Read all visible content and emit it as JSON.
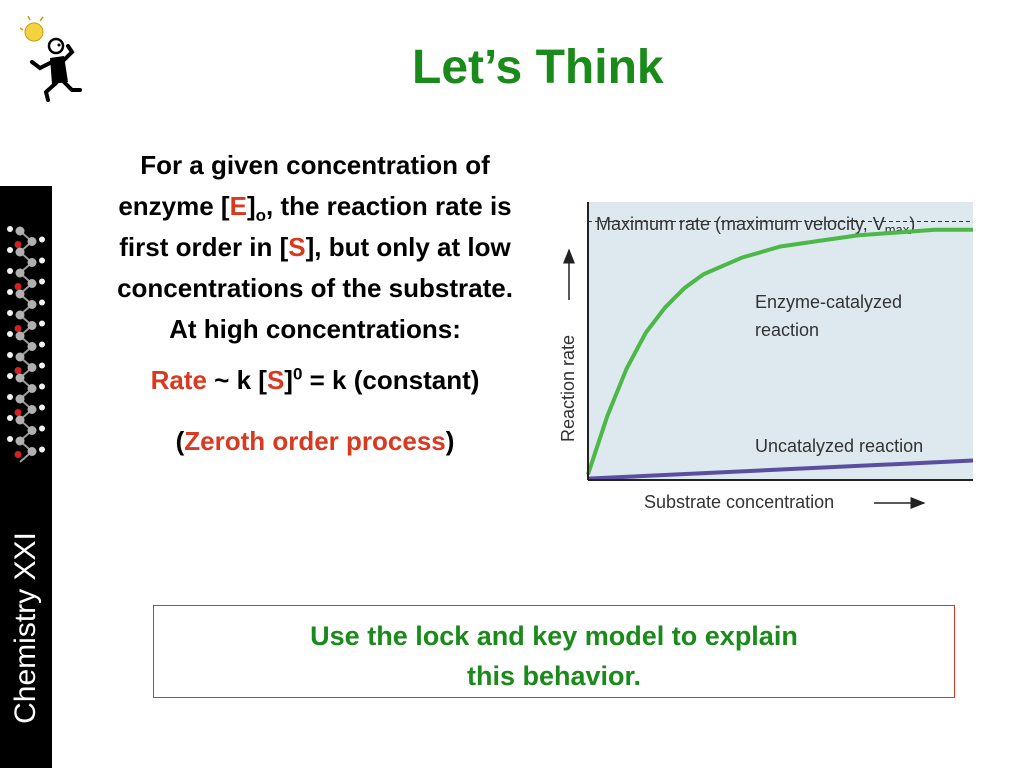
{
  "slide": {
    "title": "Let’s Think",
    "sidebar_label": "Chemistry XXI",
    "body": {
      "line1": "For a given concentration of enzyme [",
      "e_symbol": "E",
      "e_close": "]",
      "e_sub": "o",
      "line1_end": ", the reaction rate is first order in [",
      "s_symbol": "S",
      "line2_end": "], but only at low concentrations of the substrate.",
      "line3": "At high concentrations:",
      "rate_word": "Rate",
      "rate_expr_a": " ~ k [",
      "rate_s": "S",
      "rate_close": "]",
      "rate_exp": "0",
      "rate_expr_b": " = k (constant)",
      "zeroth_open": "(",
      "zeroth_text": "Zeroth order process",
      "zeroth_close": ")"
    },
    "callout": {
      "line1": "Use the lock and key model to explain",
      "line2": "this behavior."
    },
    "colors": {
      "title_green": "#1a8a1a",
      "accent_red": "#d8391f",
      "chart_bg": "#dde8ef",
      "enzyme_curve": "#4cb848",
      "uncatalyzed_curve": "#5a4ea0"
    }
  },
  "chart_data": {
    "type": "line",
    "title": "",
    "xlabel": "Substrate concentration",
    "ylabel": "Reaction rate",
    "xlim": [
      0,
      10
    ],
    "ylim": [
      0,
      10
    ],
    "vmax_label": "Maximum rate (maximum velocity, V",
    "vmax_sub": "max",
    "vmax_close": ")",
    "vmax_value": 9.3,
    "series": [
      {
        "name": "Enzyme-catalyzed reaction",
        "x": [
          0,
          0.5,
          1,
          1.5,
          2,
          2.5,
          3,
          4,
          5,
          6,
          7,
          8,
          9,
          10
        ],
        "y": [
          0.2,
          2.3,
          4.0,
          5.3,
          6.2,
          6.9,
          7.4,
          8.0,
          8.4,
          8.6,
          8.8,
          8.9,
          9.0,
          9.0
        ]
      },
      {
        "name": "Uncatalyzed reaction",
        "x": [
          0,
          10
        ],
        "y": [
          0.05,
          0.7
        ]
      }
    ],
    "label_lines": {
      "enzyme": [
        "Enzyme-catalyzed",
        "reaction"
      ],
      "uncatalyzed": "Uncatalyzed reaction"
    }
  }
}
